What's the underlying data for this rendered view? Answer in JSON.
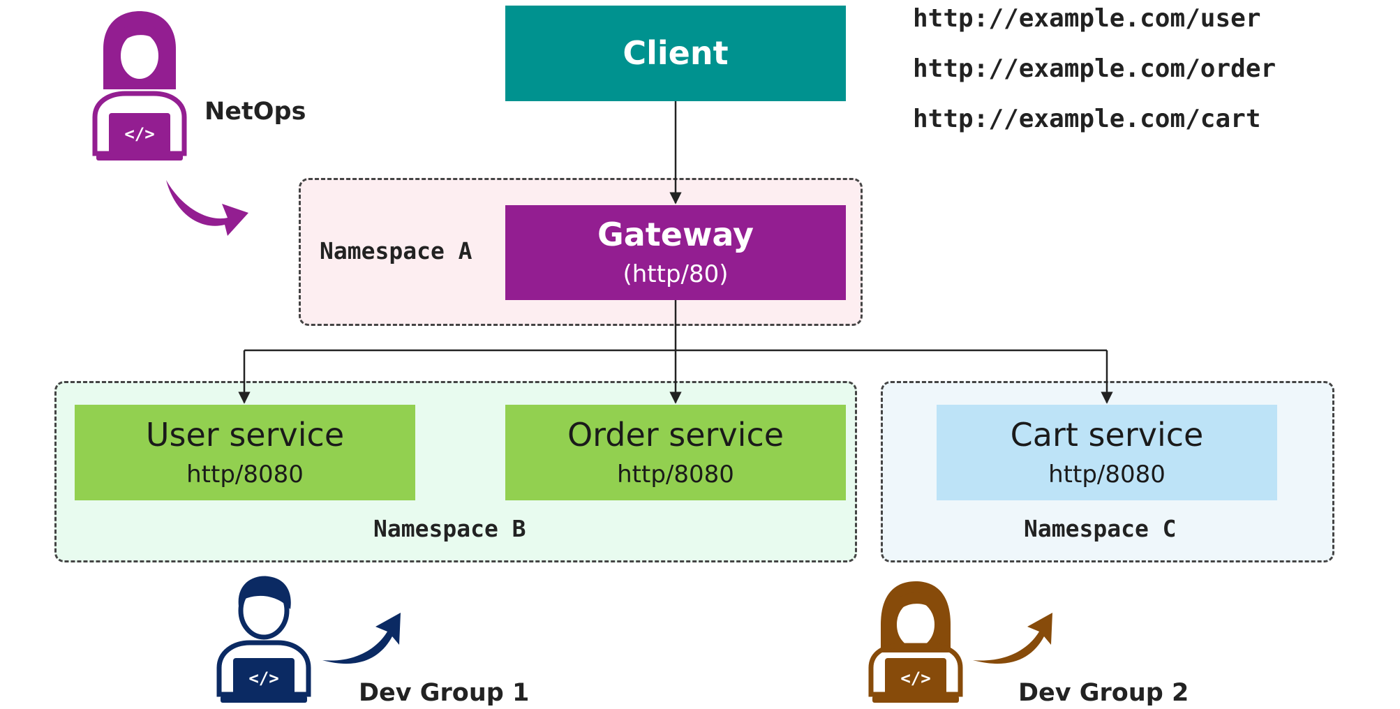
{
  "urls": [
    "http://example.com/user",
    "http://example.com/order",
    "http://example.com/cart"
  ],
  "client": {
    "label": "Client",
    "color": "#00928F"
  },
  "namespaces": {
    "a": {
      "label": "Namespace A",
      "bg": "#FDEEF1"
    },
    "b": {
      "label": "Namespace B",
      "bg": "#E8FBEF"
    },
    "c": {
      "label": "Namespace C",
      "bg": "#EFF7FB"
    }
  },
  "gateway": {
    "label": "Gateway",
    "port": "(http/80)",
    "color": "#931E91"
  },
  "services": [
    {
      "label": "User service",
      "port": "http/8080",
      "color": "#92D050"
    },
    {
      "label": "Order service",
      "port": "http/8080",
      "color": "#92D050"
    },
    {
      "label": "Cart service",
      "port": "http/8080",
      "color": "#BDE3F7"
    }
  ],
  "people": [
    {
      "label": "NetOps",
      "color": "#931E91",
      "icon": "developer-female-icon"
    },
    {
      "label": "Dev Group 1",
      "color": "#0B2A63",
      "icon": "developer-male-icon"
    },
    {
      "label": "Dev Group 2",
      "color": "#874B0A",
      "icon": "developer-female-icon"
    }
  ]
}
